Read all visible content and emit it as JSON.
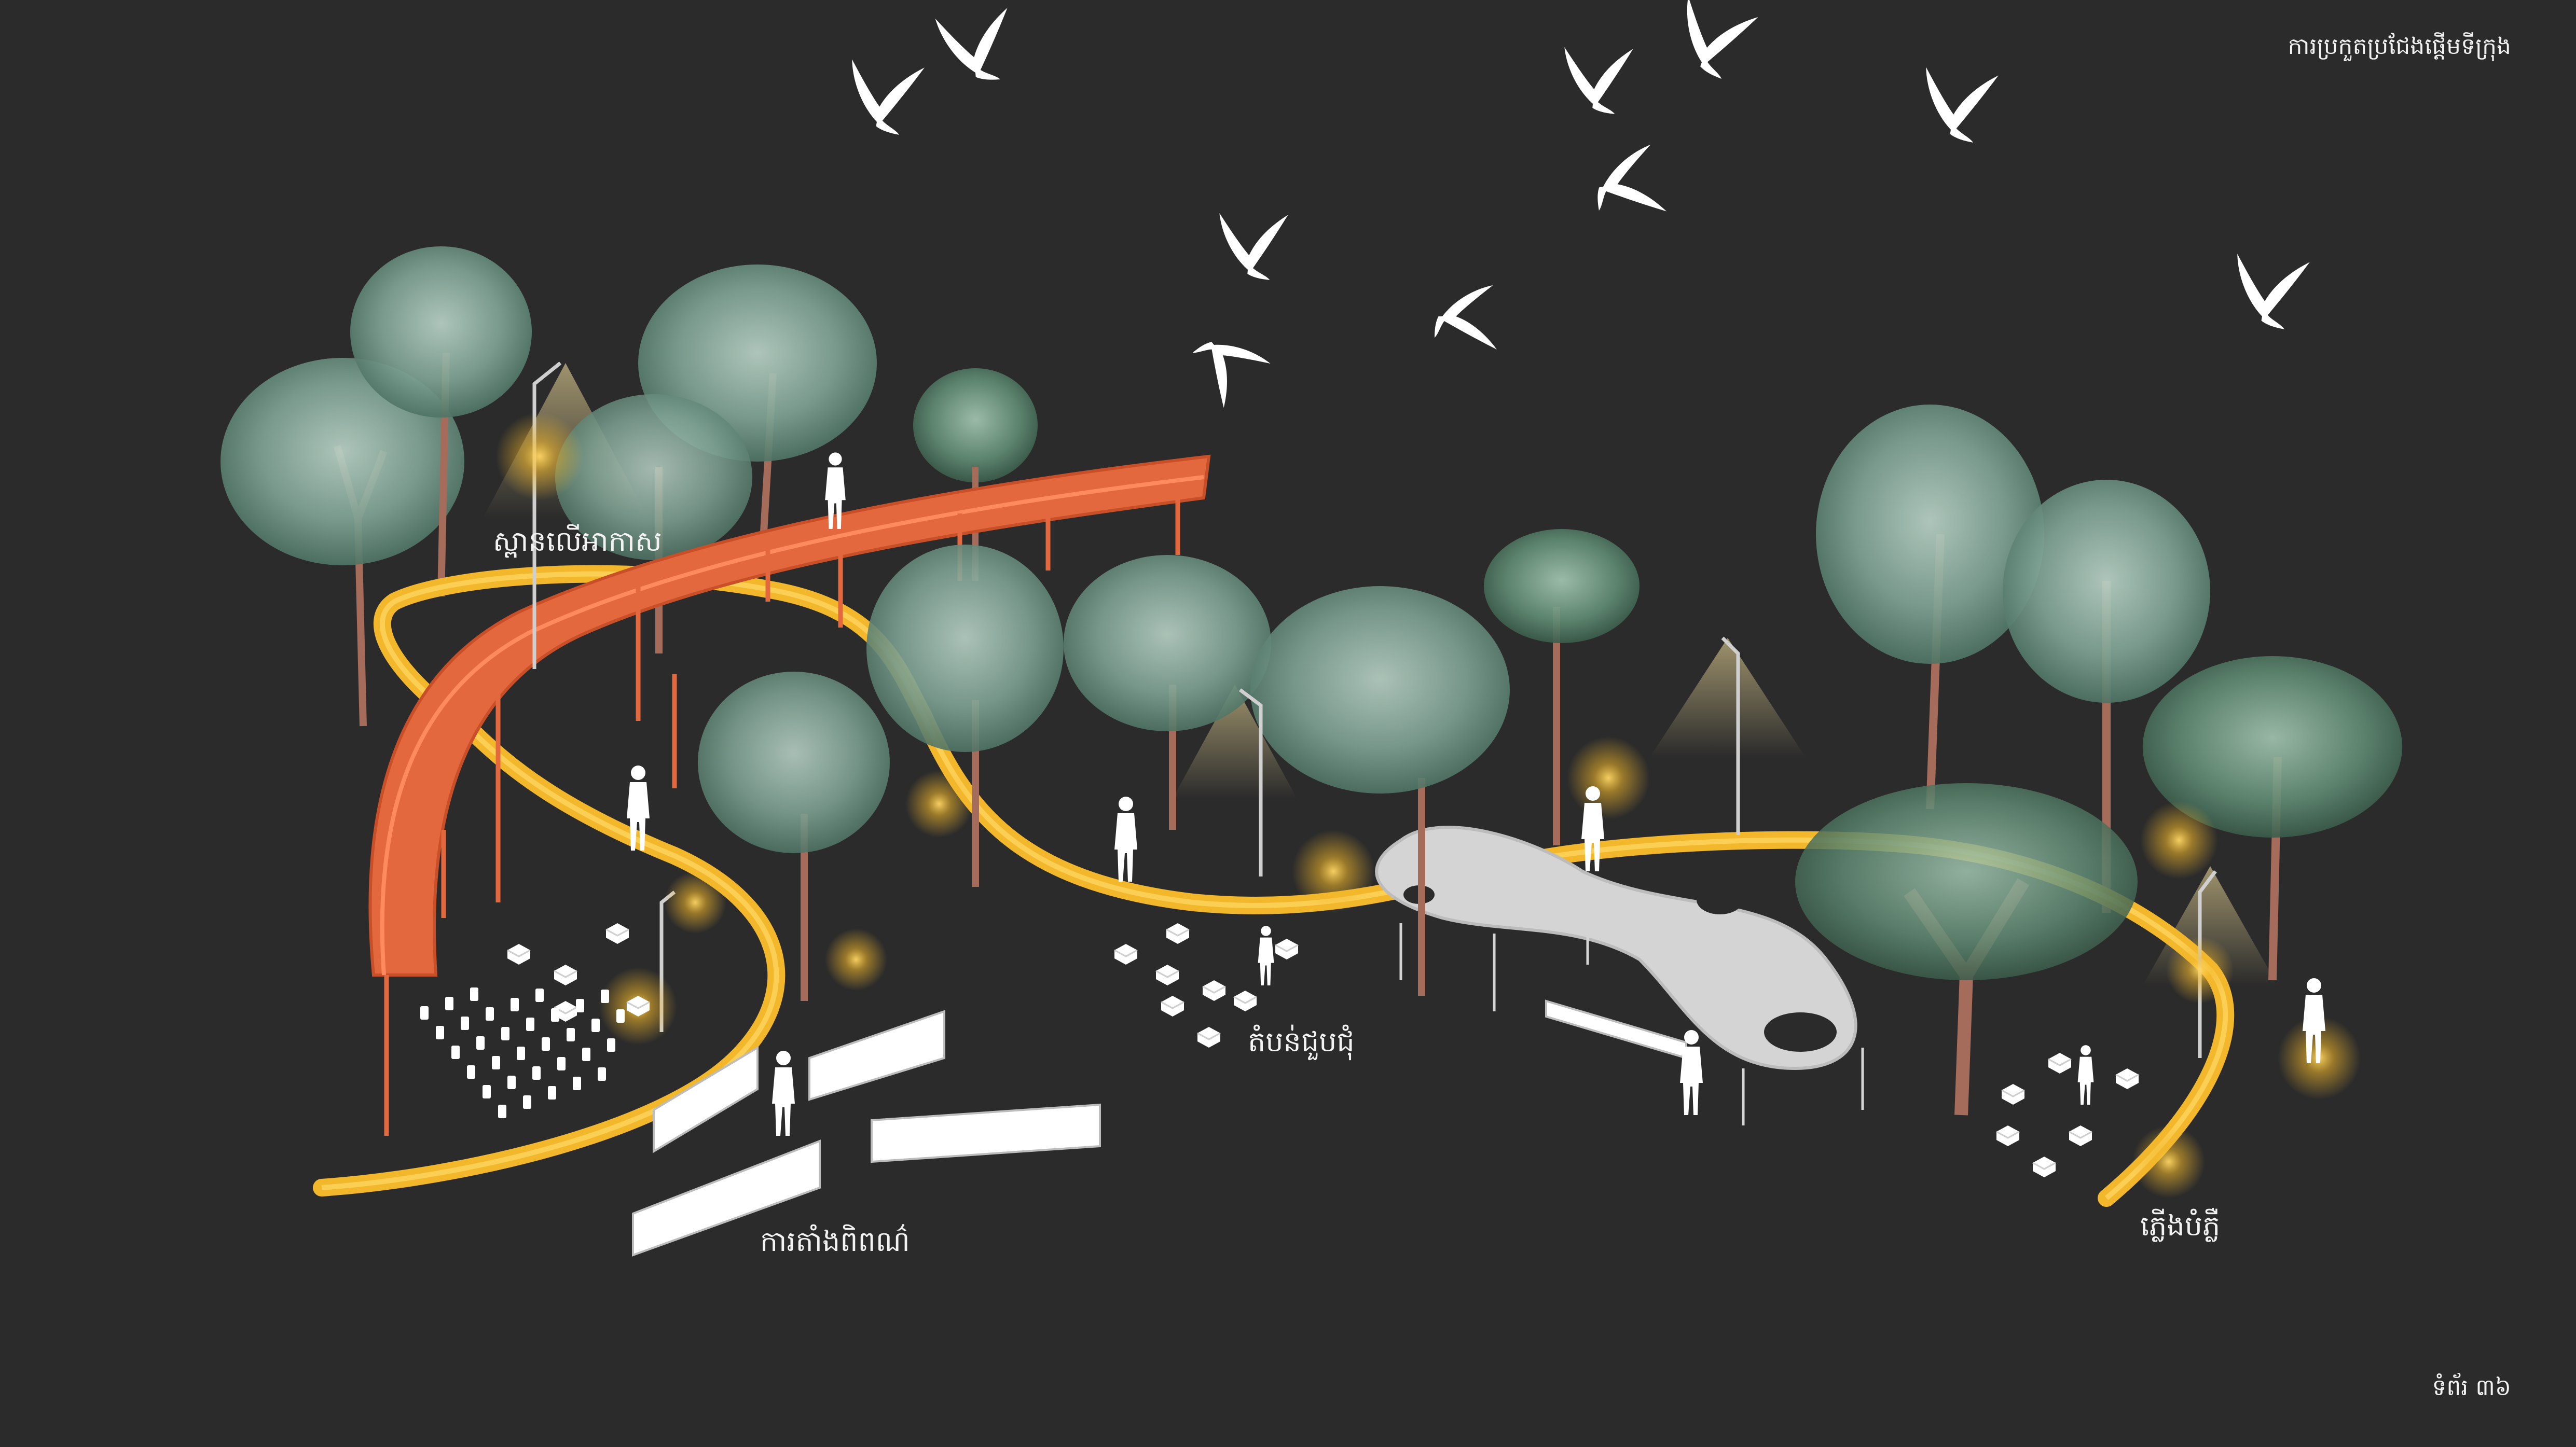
{
  "header": {
    "title": "ការប្រកួតប្រជែងផ្តើមទីក្រុង"
  },
  "footer": {
    "page": "ទំព័រ ៣៦"
  },
  "labels": {
    "skywalk": "ស្ពានលើអាកាស",
    "installation": "ការតាំងពិពណ៌",
    "gathering_zone": "តំបន់ជួបជុំ",
    "lighting": "ភ្លើងបំភ្លឺ"
  },
  "colors": {
    "background": "#2b2b2b",
    "bridge": "#e4683e",
    "light_path": "#f2b72a",
    "plaza": "#d4d4d4",
    "tree_foliage": "#7a9e90",
    "trunk": "#a56b5b",
    "figure": "#ffffff"
  }
}
